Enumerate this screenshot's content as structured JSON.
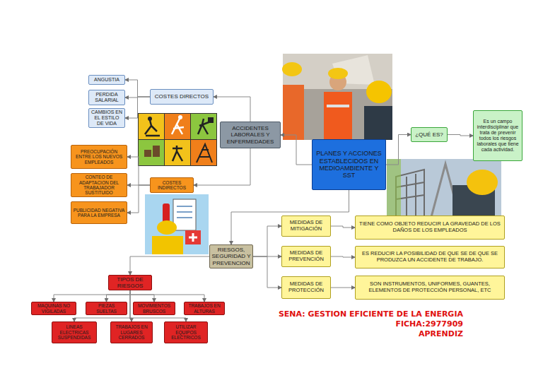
{
  "diagram": {
    "nodes": [
      {
        "text": [
          "ANGUSTIA"
        ]
      },
      {
        "text": [
          "PERDIDA SALARIAL"
        ]
      },
      {
        "text": [
          "CAMBIOS EN EL ESTILO DE VIDA"
        ]
      },
      {
        "text": [
          "COSTES DIRECTOS"
        ]
      },
      {
        "text": [
          "ACCIDENTES LABORALES Y ENFERMEDADES"
        ]
      },
      {
        "text": [
          "PREOCUPACIÓN ENTRE LOS NUEVOS EMPLEADOS"
        ]
      },
      {
        "text": [
          "CONTEO DE ADAPTACION DEL TRABAJADOR SUSTITUIDO"
        ]
      },
      {
        "text": [
          "PUBLICIDAD NEGATIVA PARA LA EMPRESA"
        ]
      },
      {
        "text": [
          "COSTES INDIRECTOS"
        ]
      },
      {
        "text": [
          "PLANES Y ACCIONES ESTABLECIDOS EN MEDIOAMBIENTE Y SST"
        ]
      },
      {
        "text": [
          "¿QUÉ ES?"
        ]
      },
      {
        "text": [
          "Es un campo interdisciplinar que trata de prevenir todos los riesgos laborales que tiene cada actividad."
        ]
      },
      {
        "text": [
          "RIESGOS, SEGURIDAD Y PREVENCION"
        ]
      },
      {
        "text": [
          "MEDIDAS DE MITIGACIÓN"
        ]
      },
      {
        "text": [
          "TIENE COMO OBJETO REDUCIR LA GRAVEDAD DE LOS DAÑOS DE LOS EMPLEADOS"
        ]
      },
      {
        "text": [
          "MEDIDAS DE PREVENCIÓN"
        ]
      },
      {
        "text": [
          "ES REDUCIR LA POSIBILIDAD DE QUE SE DE QUE SE PRODUZCA UN ACCIDENTE DE TRABAJO."
        ]
      },
      {
        "text": [
          "MEDIDAS DE PROTECCIÓN"
        ]
      },
      {
        "text": [
          "SON INSTRUMENTOS, UNIFORMES, GUANTES, ELEMENTOS DE PROTECCIÓN PERSONAL, ETC"
        ]
      },
      {
        "text": [
          "TIPOS DE RIESGOS"
        ]
      },
      {
        "text": [
          "MAQUINAS NO VIGILADAS"
        ]
      },
      {
        "text": [
          "PIEZAS SUELTAS"
        ]
      },
      {
        "text": [
          "MOVIMIENTOS BRUSCOS"
        ]
      },
      {
        "text": [
          "TRABAJOS EN ALTURAS"
        ]
      },
      {
        "text": [
          "LINEAS ELECTRICAS SUSPENDIDAS"
        ]
      },
      {
        "text": [
          "TRABAJOS EN LUGARES CERRADOS"
        ]
      },
      {
        "text": [
          "UTILIZAR EQUIPOS ELECTRICOS"
        ]
      }
    ],
    "edges": [
      {
        "from": 4,
        "to": 3,
        "arrow": "to"
      },
      {
        "from": 3,
        "to": 0,
        "arrow": "to"
      },
      {
        "from": 3,
        "to": 1,
        "arrow": "to"
      },
      {
        "from": 3,
        "to": 2,
        "arrow": "to"
      },
      {
        "from": 4,
        "to": 8,
        "arrow": "to"
      },
      {
        "from": 8,
        "to": 5,
        "arrow": "to"
      },
      {
        "from": 8,
        "to": 6,
        "arrow": "to"
      },
      {
        "from": 8,
        "to": 7,
        "arrow": "to"
      },
      {
        "from": 9,
        "to": 4,
        "arrow": "to"
      },
      {
        "from": 9,
        "to": 10,
        "arrow": "to"
      },
      {
        "from": 10,
        "to": 11,
        "arrow": "to"
      },
      {
        "from": 9,
        "to": 12,
        "arrow": "to"
      },
      {
        "from": 12,
        "to": 13,
        "arrow": "to"
      },
      {
        "from": 12,
        "to": 15,
        "arrow": "to"
      },
      {
        "from": 12,
        "to": 17,
        "arrow": "to"
      },
      {
        "from": 13,
        "to": 14,
        "arrow": "to"
      },
      {
        "from": 15,
        "to": 16,
        "arrow": "to"
      },
      {
        "from": 17,
        "to": 18,
        "arrow": "to"
      },
      {
        "from": 12,
        "to": 19,
        "arrow": "to"
      },
      {
        "from": 19,
        "to": 20,
        "arrow": "to"
      },
      {
        "from": 19,
        "to": 21,
        "arrow": "to"
      },
      {
        "from": 19,
        "to": 22,
        "arrow": "to"
      },
      {
        "from": 19,
        "to": 23,
        "arrow": "to"
      },
      {
        "from": 19,
        "to": 24,
        "arrow": "to"
      },
      {
        "from": 19,
        "to": 25,
        "arrow": "to"
      },
      {
        "from": 19,
        "to": 26,
        "arrow": "to"
      }
    ],
    "labels": [
      "SENA: GESTION EFICIENTE DE LA ENERGIA",
      "FICHA:2977909",
      "APRENDIZ"
    ]
  }
}
